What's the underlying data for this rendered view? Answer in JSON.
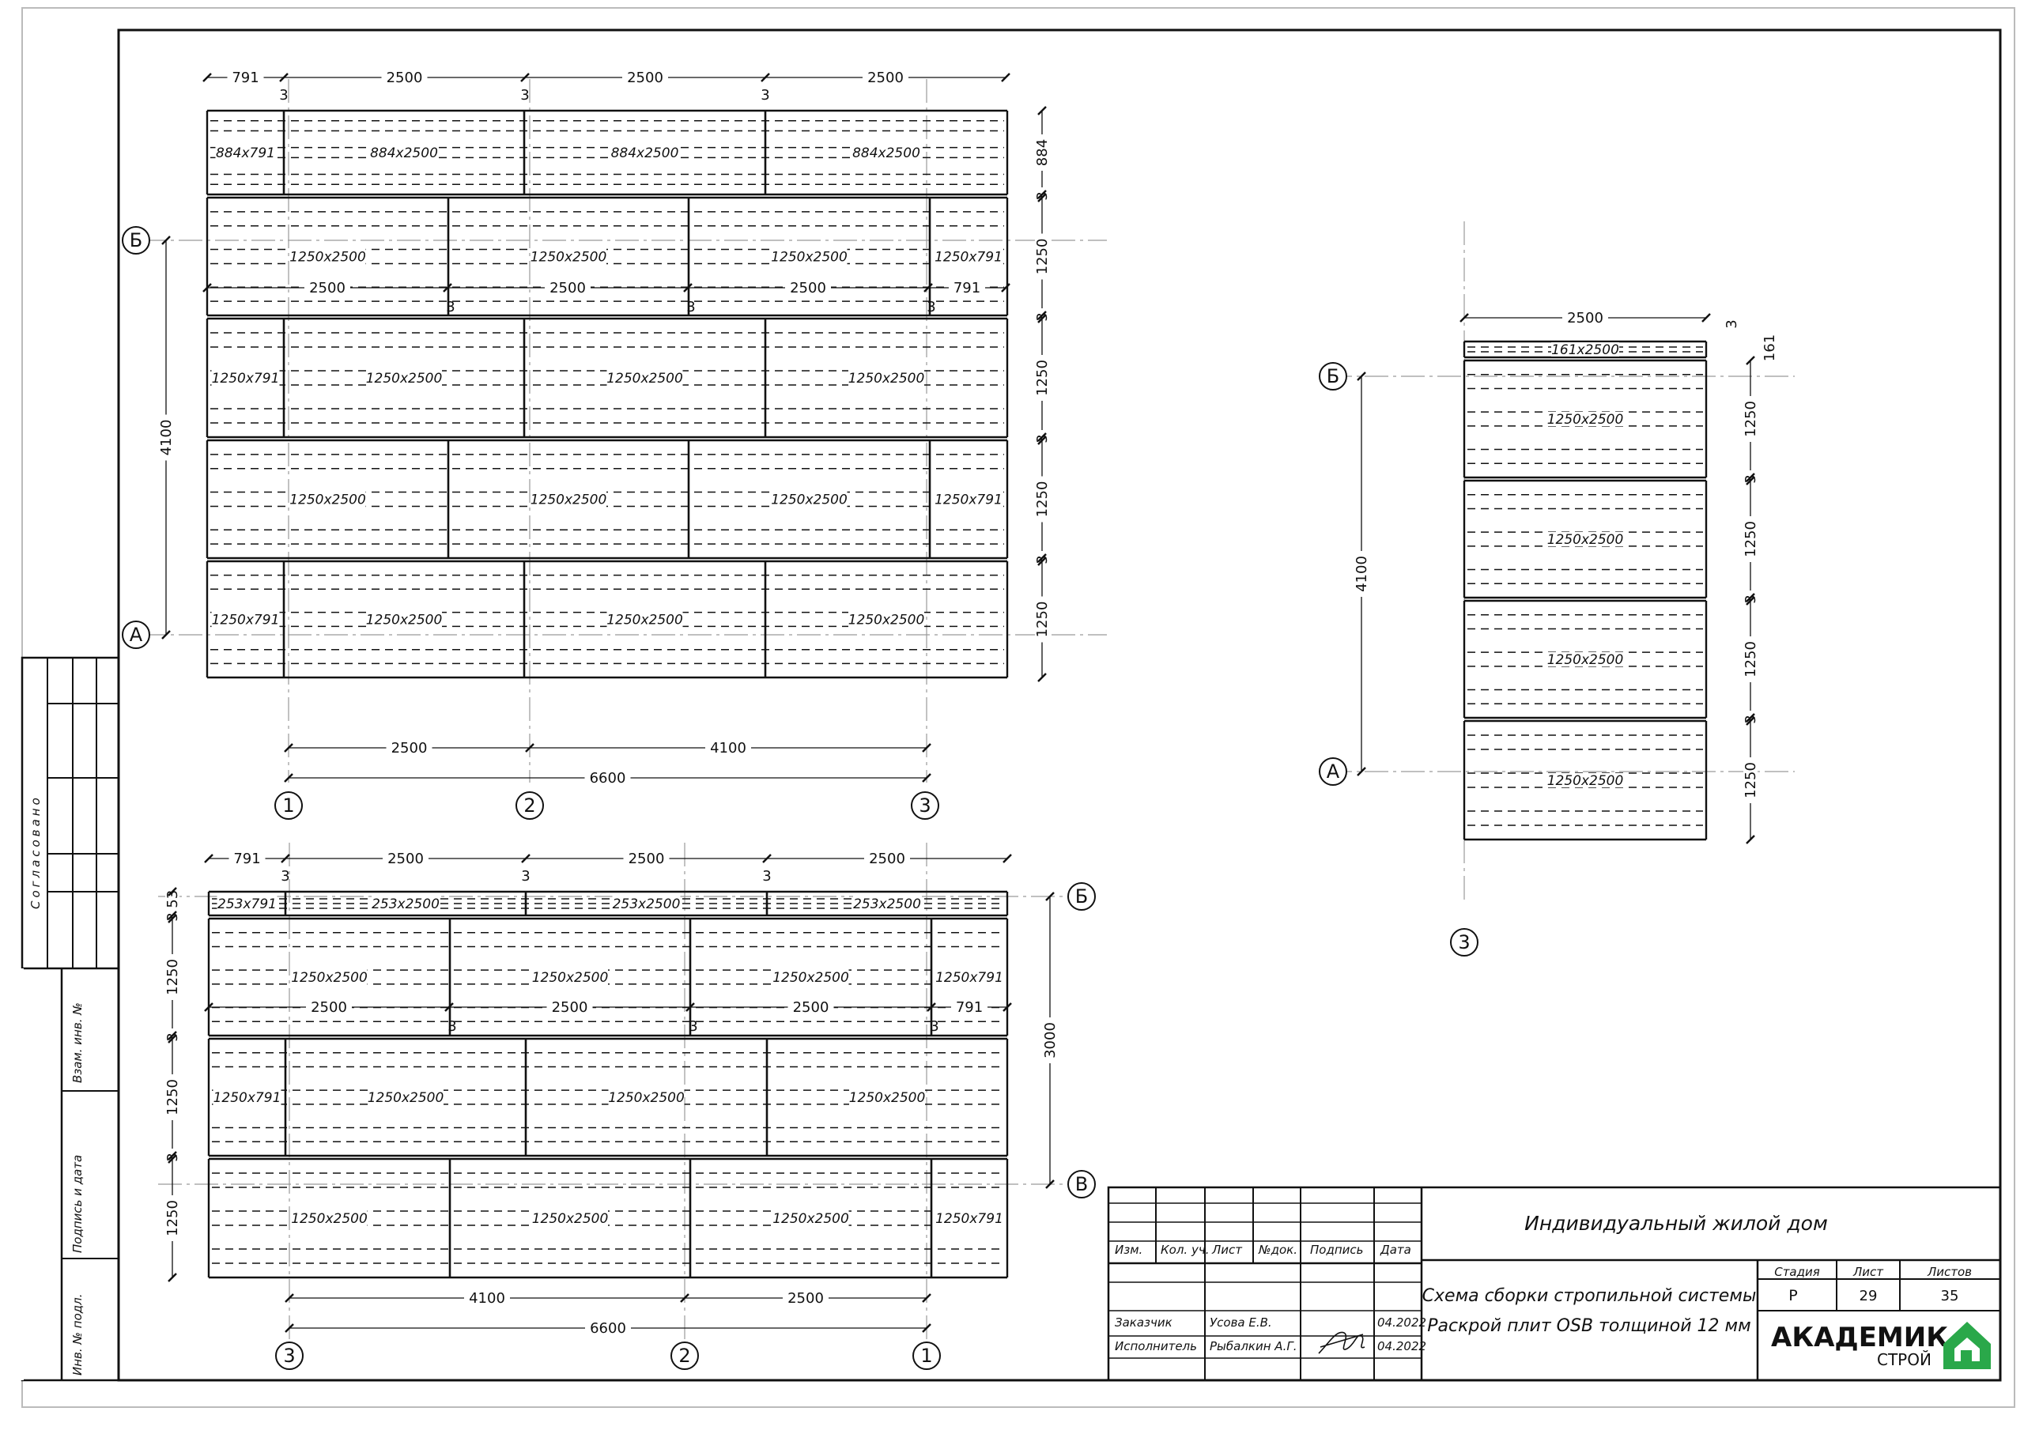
{
  "plans": {
    "top": {
      "widths_top": [
        "791",
        "2500",
        "2500",
        "2500"
      ],
      "seam_marks": [
        "3",
        "3",
        "3"
      ],
      "rows": [
        {
          "labels": [
            "884x791",
            "884x2500",
            "884x2500",
            "884x2500"
          ]
        },
        {
          "labels": [
            "1250x2500",
            "1250x2500",
            "1250x2500",
            "1250x791"
          ]
        },
        {
          "labels": [
            "1250x791",
            "1250x2500",
            "1250x2500",
            "1250x2500"
          ]
        },
        {
          "labels": [
            "1250x2500",
            "1250x2500",
            "1250x2500",
            "1250x791"
          ]
        },
        {
          "labels": [
            "1250x791",
            "1250x2500",
            "1250x2500",
            "1250x2500"
          ]
        }
      ],
      "mid_widths": [
        "2500",
        "2500",
        "2500",
        "791"
      ],
      "right_dims": [
        "884",
        "3",
        "1250",
        "3",
        "1250",
        "3",
        "1250",
        "3",
        "1250"
      ],
      "left_dim": "4100",
      "bottom_dims": [
        "2500",
        "4100"
      ],
      "bottom_total": "6600",
      "axes_x": [
        "1",
        "2",
        "3"
      ],
      "axes_y": [
        "Б",
        "А"
      ]
    },
    "bottom": {
      "widths_top": [
        "791",
        "2500",
        "2500",
        "2500"
      ],
      "seam_marks": [
        "3",
        "3",
        "3"
      ],
      "rows": [
        {
          "labels": [
            "253x791",
            "253x2500",
            "253x2500",
            "253x2500"
          ]
        },
        {
          "labels": [
            "1250x2500",
            "1250x2500",
            "1250x2500",
            "1250x791"
          ]
        },
        {
          "labels": [
            "1250x791",
            "1250x2500",
            "1250x2500",
            "1250x2500"
          ]
        },
        {
          "labels": [
            "1250x2500",
            "1250x2500",
            "1250x2500",
            "1250x791"
          ]
        }
      ],
      "mid_widths": [
        "2500",
        "2500",
        "2500",
        "791"
      ],
      "left_dims": [
        "253",
        "3",
        "1250",
        "3",
        "1250",
        "3",
        "1250"
      ],
      "right_dim": "3000",
      "bottom_dims": [
        "4100",
        "2500"
      ],
      "bottom_total": "6600",
      "axes_x": [
        "3",
        "2",
        "1"
      ],
      "axes_y": [
        "Б",
        "В"
      ]
    },
    "right": {
      "width_top": "2500",
      "rows": [
        "161x2500",
        "1250x2500",
        "1250x2500",
        "1250x2500",
        "1250x2500"
      ],
      "right_dims": [
        "3",
        "161",
        "1250",
        "3",
        "1250",
        "3",
        "1250",
        "3",
        "1250"
      ],
      "left_dim": "4100",
      "axes_y": [
        "Б",
        "А"
      ],
      "axis_x": "3"
    }
  },
  "side_stamp": {
    "agreed": "Согласовано",
    "fields": [
      "Взам. инв. №",
      "Подпись и дата",
      "Инв. № подл."
    ]
  },
  "title_block": {
    "headers": [
      "Изм.",
      "Кол. уч.",
      "Лист",
      "№док.",
      "Подпись",
      "Дата"
    ],
    "customer_role": "Заказчик",
    "customer_name": "Усова Е.В.",
    "customer_date": "04.2022",
    "executor_role": "Исполнитель",
    "executor_name": "Рыбалкин А.Г.",
    "executor_date": "04.2022",
    "project": "Индивидуальный жилой дом",
    "sheet_title_1": "Схема сборки стропильной системы",
    "sheet_title_2": "Раскрой плит OSB толщиной 12 мм",
    "stage_label": "Стадия",
    "sheet_label": "Лист",
    "sheets_label": "Листов",
    "stage": "Р",
    "sheet": "29",
    "sheets": "35",
    "logo_main": "АКАДЕМИК",
    "logo_sub": "СТРОЙ"
  },
  "colors": {
    "line": "#111111",
    "axis": "#9a9a9a",
    "logo_green": "#2aa84a"
  }
}
